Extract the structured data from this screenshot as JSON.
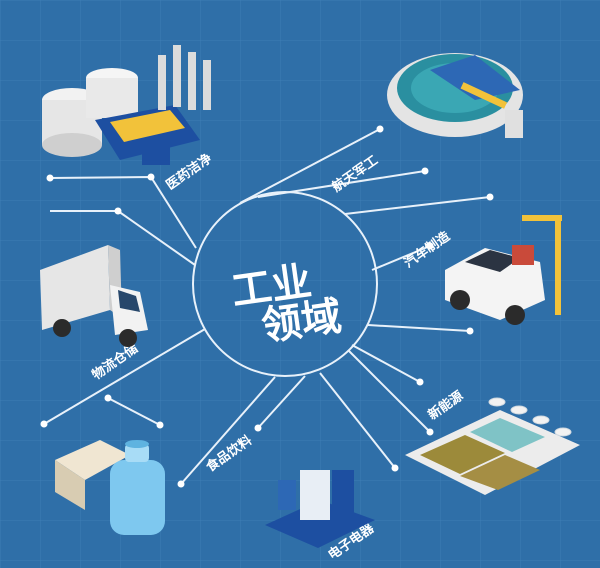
{
  "center": {
    "line1": "工业",
    "line2": "领域"
  },
  "sectors": [
    {
      "id": "medical",
      "label": "医药洁净"
    },
    {
      "id": "aerospace",
      "label": "航天军工"
    },
    {
      "id": "auto",
      "label": "汽车制造"
    },
    {
      "id": "logistics",
      "label": "物流仓储"
    },
    {
      "id": "energy",
      "label": "新能源"
    },
    {
      "id": "food",
      "label": "食品饮料"
    },
    {
      "id": "electronics",
      "label": "电子电器"
    }
  ],
  "colors": {
    "background": "#2f6fa8",
    "line": "#e8f1fa",
    "grid": "#3b7bb3"
  }
}
